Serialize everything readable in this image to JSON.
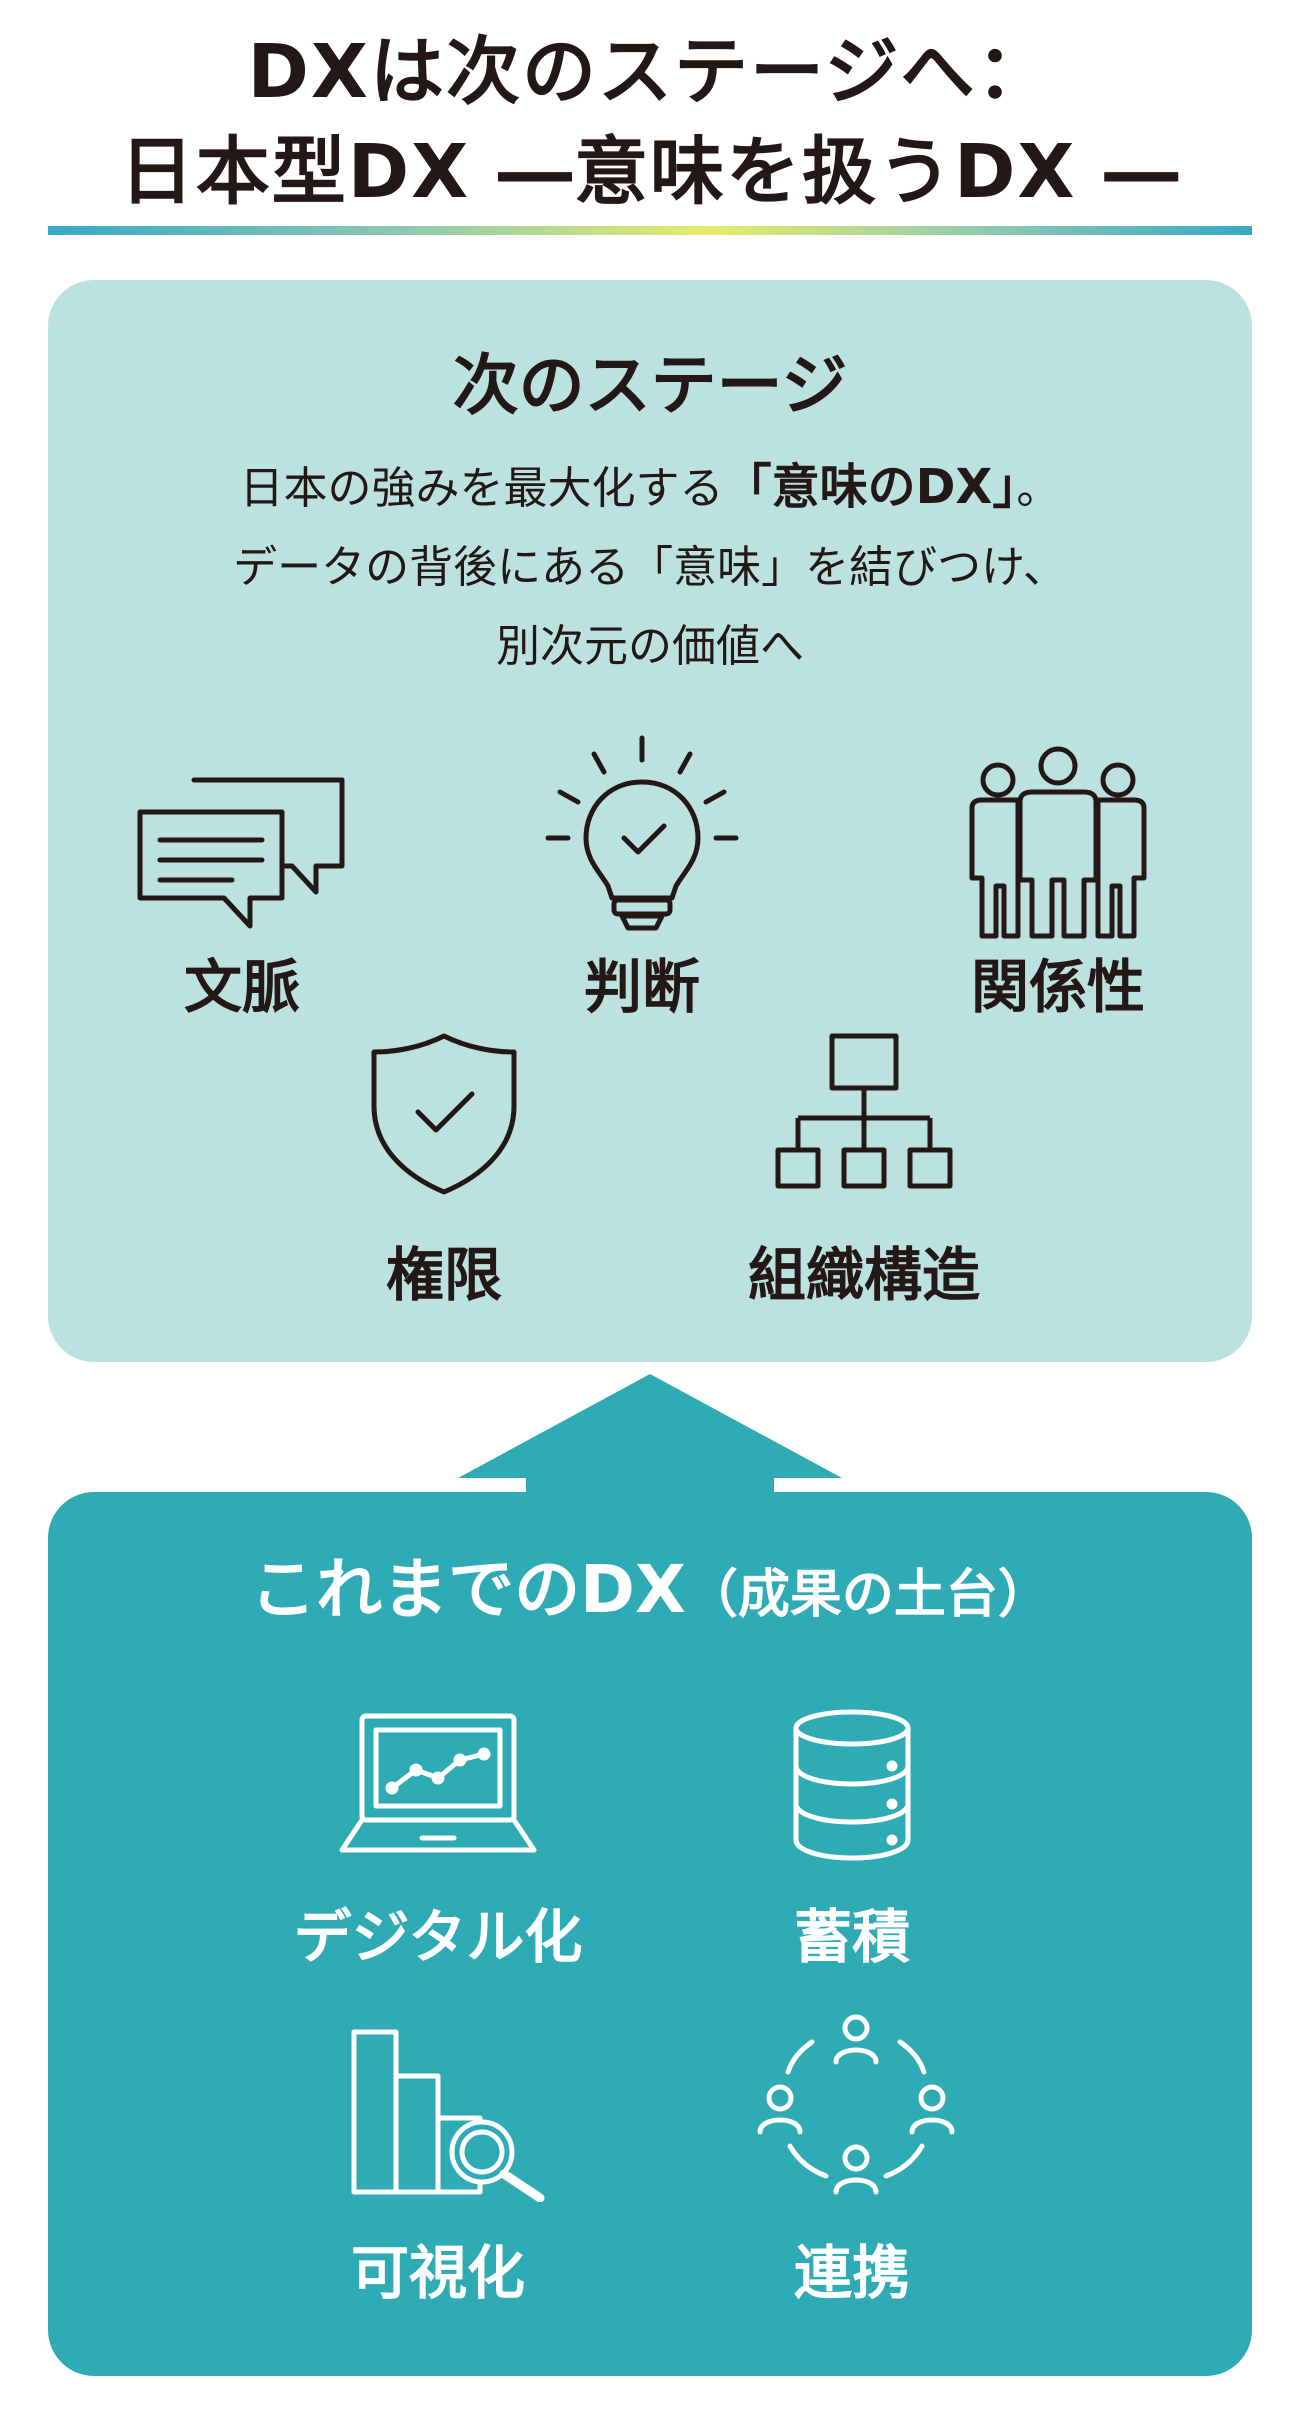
{
  "title": {
    "line1": "DXは次のステージへ：",
    "line2": "日本型DX ―意味を扱うDX ―"
  },
  "next_stage": {
    "heading": "次のステージ",
    "desc_line1_pre": "日本の強みを最大化する",
    "desc_line1_emph": "「意味のDX」",
    "desc_line1_post": "。",
    "desc_line2": "データの背後にある「意味」を結びつけ、",
    "desc_line3": "別次元の価値へ",
    "items": [
      {
        "label": "文脈",
        "icon": "chat-bubbles-icon"
      },
      {
        "label": "判断",
        "icon": "lightbulb-check-icon"
      },
      {
        "label": "関係性",
        "icon": "people-group-icon"
      },
      {
        "label": "権限",
        "icon": "shield-check-icon"
      },
      {
        "label": "組織構造",
        "icon": "org-chart-icon"
      }
    ]
  },
  "past_dx": {
    "heading_main": "これまでのDX",
    "heading_sub": "（成果の土台）",
    "items": [
      {
        "label": "デジタル化",
        "icon": "laptop-chart-icon"
      },
      {
        "label": "蓄積",
        "icon": "database-icon"
      },
      {
        "label": "可視化",
        "icon": "bar-chart-magnifier-icon"
      },
      {
        "label": "連携",
        "icon": "people-network-icon"
      }
    ]
  },
  "colors": {
    "next_panel": "#bce2df",
    "past_panel": "#2eabb5",
    "text_dark": "#231815",
    "arrow": "#2eabb5"
  }
}
